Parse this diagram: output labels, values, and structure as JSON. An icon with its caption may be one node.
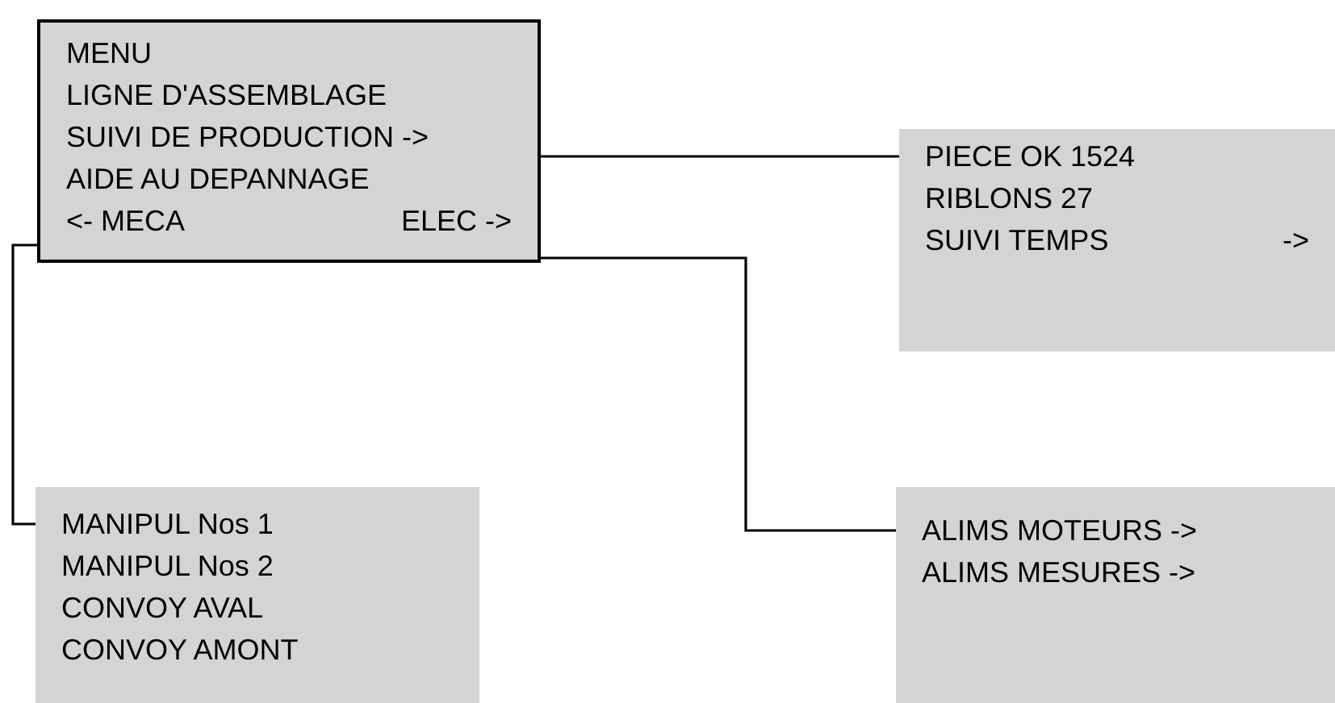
{
  "diagram": {
    "nodes": [
      {
        "text": [
          "MENU",
          "LIGNE D'ASSEMBLAGE",
          "SUIVI DE PRODUCTION ->",
          "AIDE AU DEPANNAGE",
          "<- MECA",
          "ELEC ->"
        ]
      },
      {
        "text": [
          "PIECE OK 1524",
          "RIBLONS 27",
          "SUIVI TEMPS",
          "->"
        ]
      },
      {
        "text": [
          "MANIPUL Nos 1",
          "MANIPUL Nos 2",
          "CONVOY AVAL",
          "CONVOY AMONT"
        ]
      },
      {
        "text": [
          "ALIMS MOTEURS ->",
          "ALIMS MESURES ->"
        ]
      }
    ],
    "edges": [
      {
        "from": 0,
        "to": 1,
        "arrow": "none"
      },
      {
        "from": 0,
        "to": 3,
        "arrow": "none"
      },
      {
        "from": 0,
        "to": 2,
        "arrow": "none"
      }
    ]
  }
}
